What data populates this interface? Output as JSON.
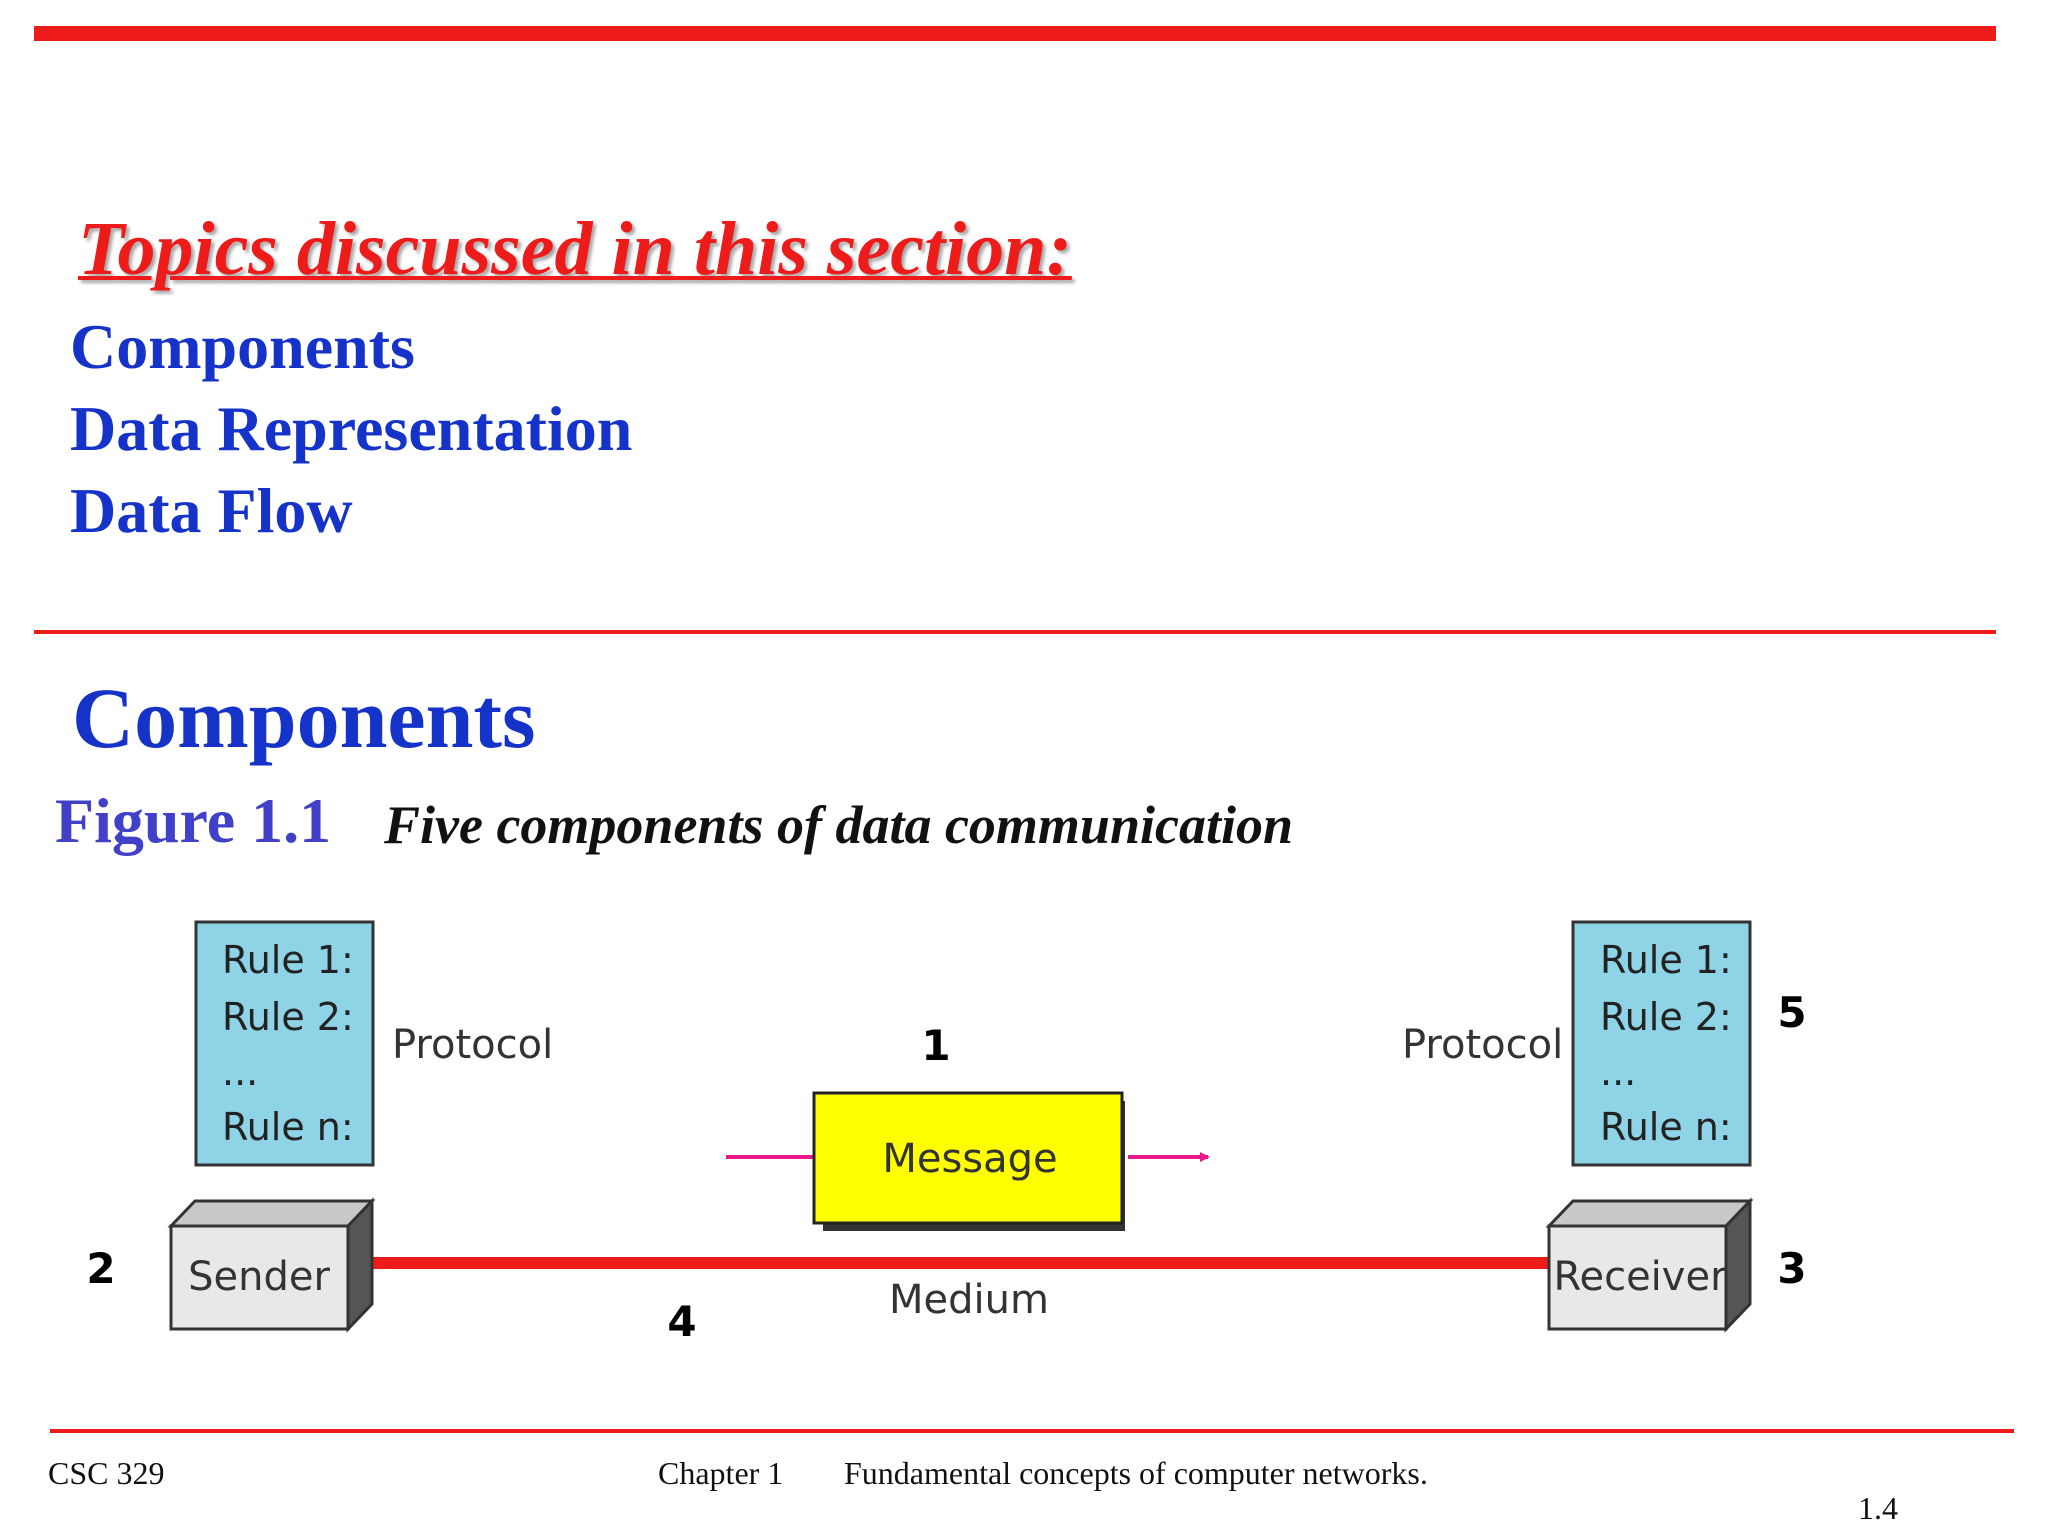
{
  "topics": {
    "heading": "Topics discussed in this section:",
    "items": [
      "Components",
      "Data Representation",
      "Data Flow"
    ]
  },
  "section_title": "Components",
  "figure": {
    "label": "Figure 1.1",
    "caption": "Five components of data communication"
  },
  "diagram": {
    "left_protocol": {
      "label": "Protocol",
      "rules": [
        "Rule 1:",
        "Rule 2:",
        "...",
        "Rule n:"
      ]
    },
    "right_protocol": {
      "label": "Protocol",
      "rules": [
        "Rule 1:",
        "Rule 2:",
        "...",
        "Rule n:"
      ]
    },
    "message_label": "Message",
    "sender_label": "Sender",
    "receiver_label": "Receiver",
    "medium_label": "Medium",
    "numbers": {
      "message": "1",
      "sender": "2",
      "receiver": "3",
      "medium": "4",
      "protocol": "5"
    },
    "colors": {
      "protocol_box": "#8fd3e6",
      "message_box": "#ffff00",
      "medium_line": "#ee1b1b",
      "arrow": "#e8198b",
      "device": "#e8e8e8"
    }
  },
  "footer": {
    "course": "CSC 329",
    "chapter": "Chapter 1",
    "title": "Fundamental concepts of computer networks.",
    "page": "1.4"
  }
}
